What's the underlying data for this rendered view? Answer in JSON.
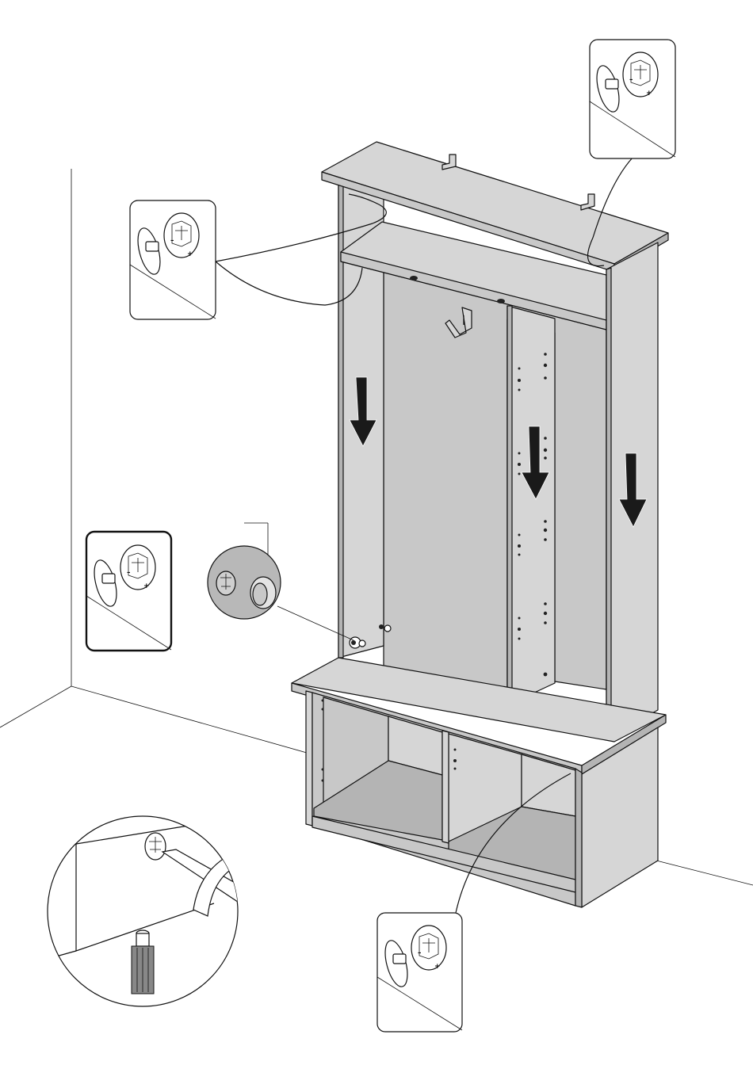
{
  "diagram": {
    "detail_callouts": [
      {
        "id": "cam-detail-top-right",
        "signs": [
          "+",
          "–"
        ]
      },
      {
        "id": "cam-detail-upper-left",
        "signs": [
          "+",
          "–"
        ]
      },
      {
        "id": "cam-detail-middle-left",
        "signs": [
          "+",
          "–"
        ]
      },
      {
        "id": "cam-detail-bottom",
        "signs": [
          "+",
          "–"
        ]
      }
    ],
    "assembly_arrows": [
      "left-side-panel-down",
      "center-divider-down",
      "right-side-panel-down"
    ],
    "icons": [
      "cam-lock-icon",
      "screwdriver-icon",
      "rotation-arrow-icon",
      "cam-dowel-icon",
      "wall-hook-icon",
      "wall-bracket-icon"
    ],
    "colors": {
      "panel": "#c8c8c8",
      "line": "#111111",
      "background": "#ffffff"
    }
  }
}
